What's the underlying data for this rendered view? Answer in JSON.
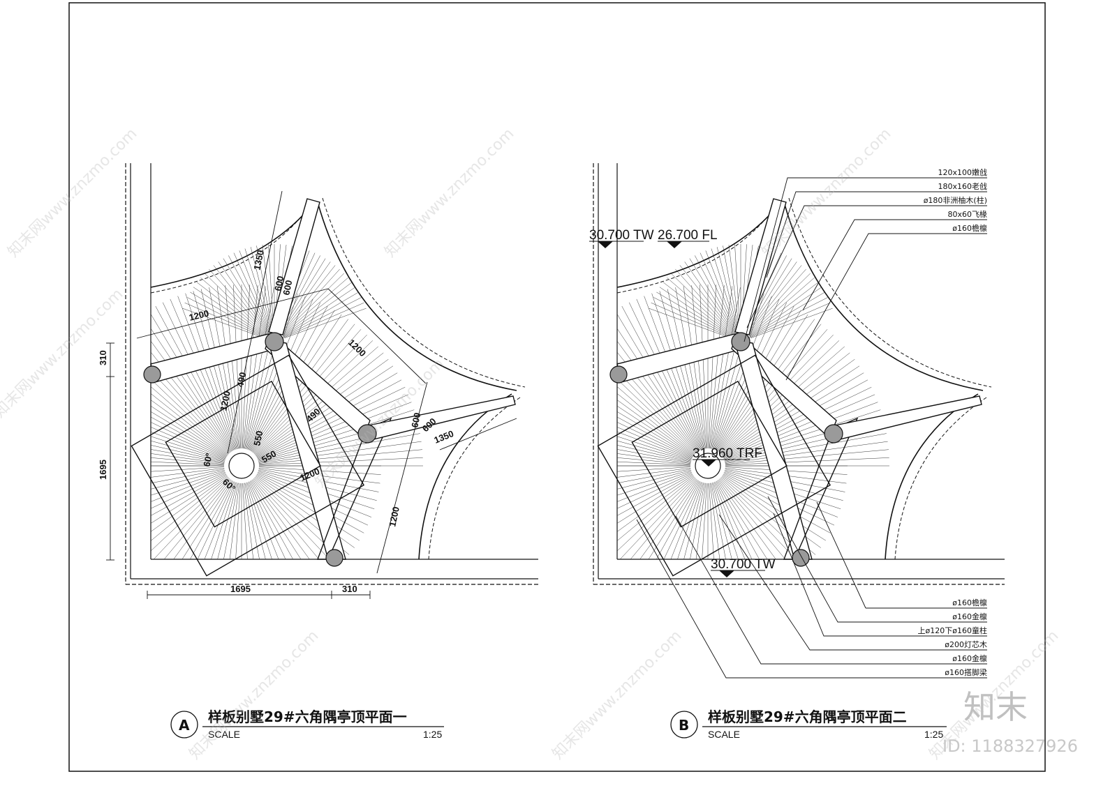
{
  "plan_a": {
    "title": "样板别墅29#六角隅亭顶平面一",
    "label": "A",
    "scale_word": "SCALE",
    "scale_value": "1:25",
    "dimensions": {
      "d1350_top": "1350",
      "d600_a": "600",
      "d600_b": "600",
      "d1200_left": "1200",
      "d1200_right": "1200",
      "d490_a": "490",
      "d490_b": "490",
      "d1200_mid": "1200",
      "d550_a": "550",
      "d550_b": "550",
      "d60_a": "60°",
      "d60_b": "60°",
      "d1200_low": "1200",
      "d600_c": "600",
      "d600_d": "600",
      "d1350_right": "1350",
      "d1200_bottom": "1200",
      "d310_left": "310",
      "d1695_left": "1695",
      "d1695_bottom": "1695",
      "d310_bottom": "310"
    }
  },
  "plan_b": {
    "title": "样板别墅29#六角隅亭顶平面二",
    "label": "B",
    "scale_word": "SCALE",
    "scale_value": "1:25",
    "elevations": {
      "tw_top": "30.700 TW",
      "fl_top": "26.700 FL",
      "trf_center": "31.960 TRF",
      "tw_bottom": "30.700 TW"
    },
    "callouts_top": [
      "120x100嫩戗",
      "180x160老戗",
      "ø180非洲柚木(柱)",
      "80x60飞椽",
      "ø160檐檩"
    ],
    "callouts_bottom": [
      "ø160檐檩",
      "ø160金檩",
      "上ø120下ø160童柱",
      "ø200灯芯木",
      "ø160金檩",
      "ø160搭脚梁"
    ]
  },
  "watermark": {
    "text": "知末网www.znzmo.com",
    "logo": "知末",
    "id": "ID: 1188327926"
  }
}
